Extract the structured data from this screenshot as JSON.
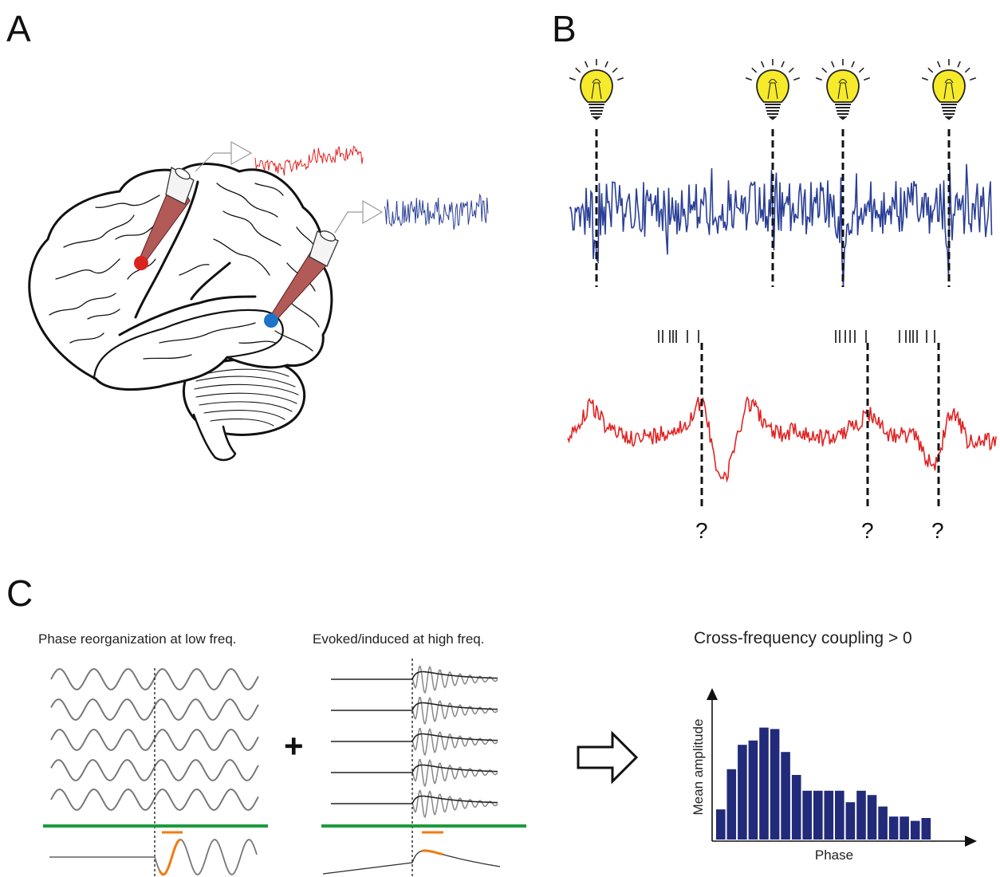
{
  "panels": {
    "a": {
      "letter": "A"
    },
    "b": {
      "letter": "B",
      "question_marks": [
        "?",
        "?",
        "?"
      ]
    },
    "c": {
      "letter": "C",
      "caption_low": "Phase reorganization at low freq.",
      "caption_high": "Evoked/induced at high freq.",
      "plus_sign": "+",
      "caption_result": "Cross-frequency coupling > 0"
    }
  },
  "colors": {
    "blue_trace": "#2a3f96",
    "red_trace": "#e02424",
    "red_electrode": "#d9231f",
    "blue_electrode": "#1d73c8",
    "green_line": "#1e9a3c",
    "orange_mark": "#f07b12",
    "bar_fill": "#222a7a",
    "bulb_yellow": "#f6ea2a"
  },
  "icons": [
    "light-bulb-icon",
    "arrow-right-icon",
    "brain-illustration"
  ],
  "chart_data": {
    "type": "bar",
    "title": "Cross-frequency coupling > 0",
    "xlabel": "Phase",
    "ylabel": "Mean amplitude",
    "values": [
      0.21,
      0.49,
      0.66,
      0.69,
      0.78,
      0.77,
      0.61,
      0.45,
      0.34,
      0.34,
      0.34,
      0.34,
      0.26,
      0.34,
      0.31,
      0.23,
      0.16,
      0.16,
      0.13,
      0.15
    ],
    "ylim": [
      0,
      1
    ],
    "grid": false,
    "legend": "none"
  }
}
